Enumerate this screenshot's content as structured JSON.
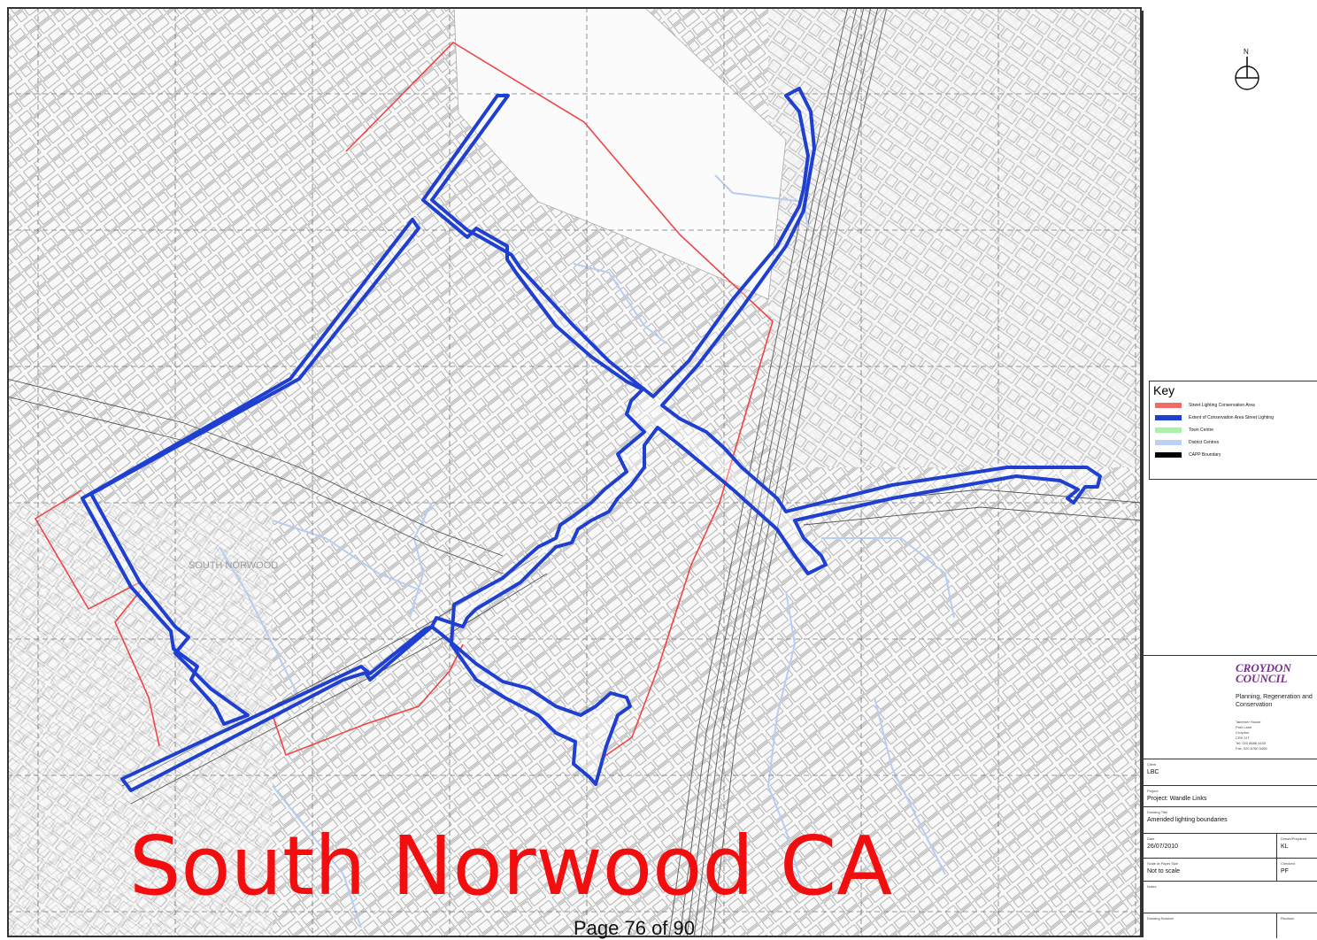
{
  "title": "South Norwood CA",
  "page_number": "Page 76 of 90",
  "map": {
    "place_label": "SOUTH NORWOOD"
  },
  "key": {
    "title": "Key",
    "items": [
      {
        "label": "Street Lighting Conservation Area",
        "color": "#f26b6b"
      },
      {
        "label": "Extent of Conservation Area Street Lighting",
        "color": "#1f3fd1"
      },
      {
        "label": "Town Centre",
        "color": "#a9f2a9"
      },
      {
        "label": "District Centres",
        "color": "#bcd2f5"
      },
      {
        "label": "CAPP Boundary",
        "color": "#000000"
      }
    ]
  },
  "council": {
    "logo_line1": "CROYDON",
    "logo_line2": "COUNCIL",
    "department": "Planning, Regeneration and Conservation",
    "address": "Taberner House\nPark Lane\nCroydon\nCR9 1JT\nTel: 020 8686 4433\nFax: 020 8760 5406"
  },
  "title_block": {
    "client_label": "Client",
    "client": "LBC",
    "project_label": "Project",
    "project": "Project: Wandle Links",
    "drawing_label": "Drawing Title",
    "drawing": "Amended lighting boundaries",
    "date_label": "Date",
    "date": "26/07/2010",
    "drawn_label": "Drawn/Prepared",
    "drawn": "KL",
    "scale_label": "Scale at Paper Size",
    "scale": "Not to scale",
    "checked_label": "Checked",
    "checked": "PF",
    "notes_label": "Notes",
    "number_label": "Drawing Number",
    "revision_label": "Revision"
  },
  "colors": {
    "boundary_red": "#f04444",
    "lighting_blue": "#1f3fd1",
    "district_blue": "#b8cdf3",
    "map_lines": "#888888"
  }
}
